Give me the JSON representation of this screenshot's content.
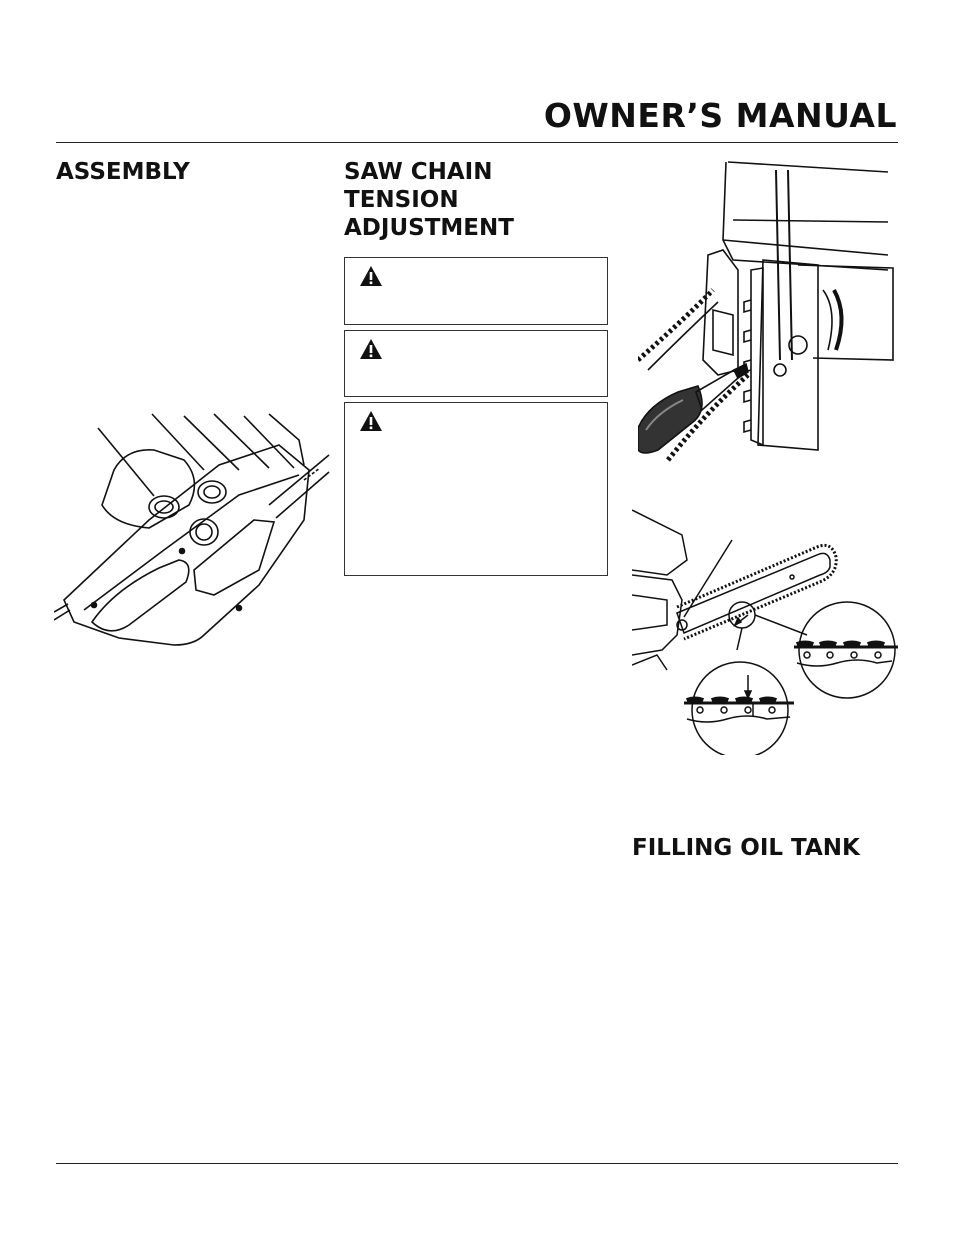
{
  "header": {
    "title": "OWNER’S MANUAL"
  },
  "sections": {
    "assembly": {
      "title": "ASSEMBLY"
    },
    "tension": {
      "title_lines": [
        "SAW CHAIN",
        "TENSION",
        "ADJUSTMENT"
      ]
    },
    "oil": {
      "title": "FILLING OIL TANK"
    }
  },
  "warnings": [
    {
      "icon": "warning-triangle-icon"
    },
    {
      "icon": "warning-triangle-icon"
    },
    {
      "icon": "warning-triangle-icon"
    }
  ],
  "figures": {
    "saw_body": {
      "icon": "chainsaw-body-illustration"
    },
    "screwdriver": {
      "icon": "screwdriver-adjustment-illustration"
    },
    "chain_bar": {
      "icon": "chain-bar-detail-illustration"
    }
  }
}
